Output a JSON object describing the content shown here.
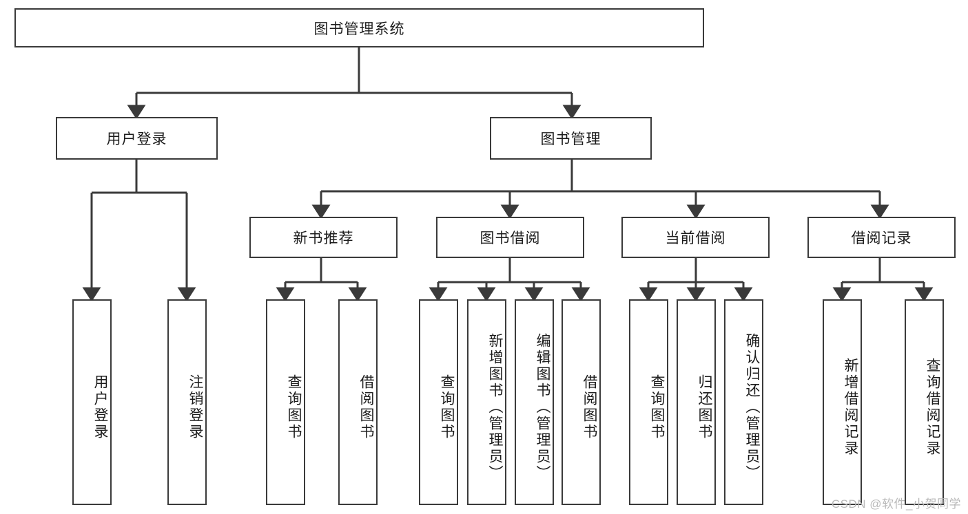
{
  "diagram": {
    "type": "tree-hierarchy-chart",
    "title": "图书管理系统",
    "stroke_color": "#3a3a3a",
    "fill_color": "#ffffff",
    "text_color": "#1c1c1c",
    "root": {
      "id": "root",
      "label": "图书管理系统"
    },
    "level2": [
      {
        "id": "user-login",
        "label": "用户登录"
      },
      {
        "id": "book-manage",
        "label": "图书管理"
      }
    ],
    "level3": [
      {
        "id": "new-book-rec",
        "label": "新书推荐"
      },
      {
        "id": "book-borrow",
        "label": "图书借阅"
      },
      {
        "id": "current-borrow",
        "label": "当前借阅"
      },
      {
        "id": "borrow-record",
        "label": "借阅记录"
      }
    ],
    "leaves": {
      "user-login": [
        {
          "id": "leaf-user-login",
          "label": "用户登录"
        },
        {
          "id": "leaf-user-logout",
          "label": "注销登录"
        }
      ],
      "new-book-rec": [
        {
          "id": "leaf-query-book-1",
          "label": "查询图书"
        },
        {
          "id": "leaf-borrow-book-1",
          "label": "借阅图书"
        }
      ],
      "book-borrow": [
        {
          "id": "leaf-query-book-2",
          "label": "查询图书"
        },
        {
          "id": "leaf-add-book",
          "label": "新增图书（管理员）"
        },
        {
          "id": "leaf-edit-book",
          "label": "编辑图书（管理员）"
        },
        {
          "id": "leaf-borrow-book-2",
          "label": "借阅图书"
        }
      ],
      "current-borrow": [
        {
          "id": "leaf-query-book-3",
          "label": "查询图书"
        },
        {
          "id": "leaf-return-book",
          "label": "归还图书"
        },
        {
          "id": "leaf-confirm-return",
          "label": "确认归还（管理员）"
        }
      ],
      "borrow-record": [
        {
          "id": "leaf-add-record",
          "label": "新增借阅记录"
        },
        {
          "id": "leaf-query-record",
          "label": "查询借阅记录"
        }
      ]
    }
  },
  "watermark": {
    "text": "CSDN @软件_小贺同学"
  }
}
